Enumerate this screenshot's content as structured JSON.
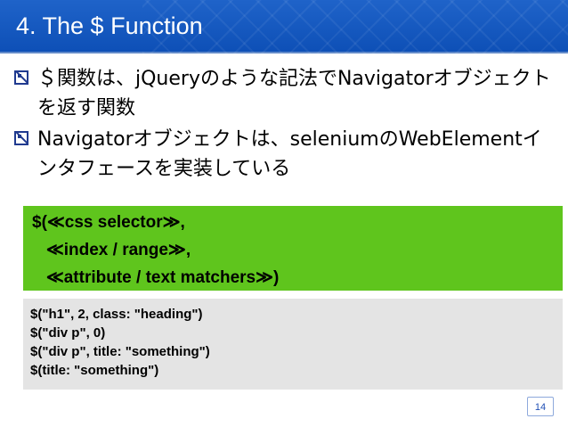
{
  "header": {
    "title": "4. The $ Function"
  },
  "bullets": [
    {
      "text": "＄関数は、jQueryのような記法でNavigatorオブジェクトを返す関数",
      "icon": "checkbox-bullet-icon"
    },
    {
      "text": "Navigatorオブジェクトは、seleniumのWebElementインタフェースを実装している",
      "icon": "checkbox-bullet-icon"
    }
  ],
  "signature_box": {
    "lines": [
      "$(≪css selector≫,",
      "   ≪index / range≫,",
      "   ≪attribute / text matchers≫)"
    ],
    "background": "#5fc51d"
  },
  "examples_box": {
    "lines": [
      "$(\"h1\", 2, class: \"heading\")",
      "$(\"div p\", 0)",
      "$(\"div p\", title: \"something\")",
      "$(title: \"something\")"
    ],
    "background": "#e4e4e4"
  },
  "footer": {
    "page_number": "14"
  },
  "colors": {
    "header": "#1f63c9",
    "accent": "#203a8f"
  }
}
